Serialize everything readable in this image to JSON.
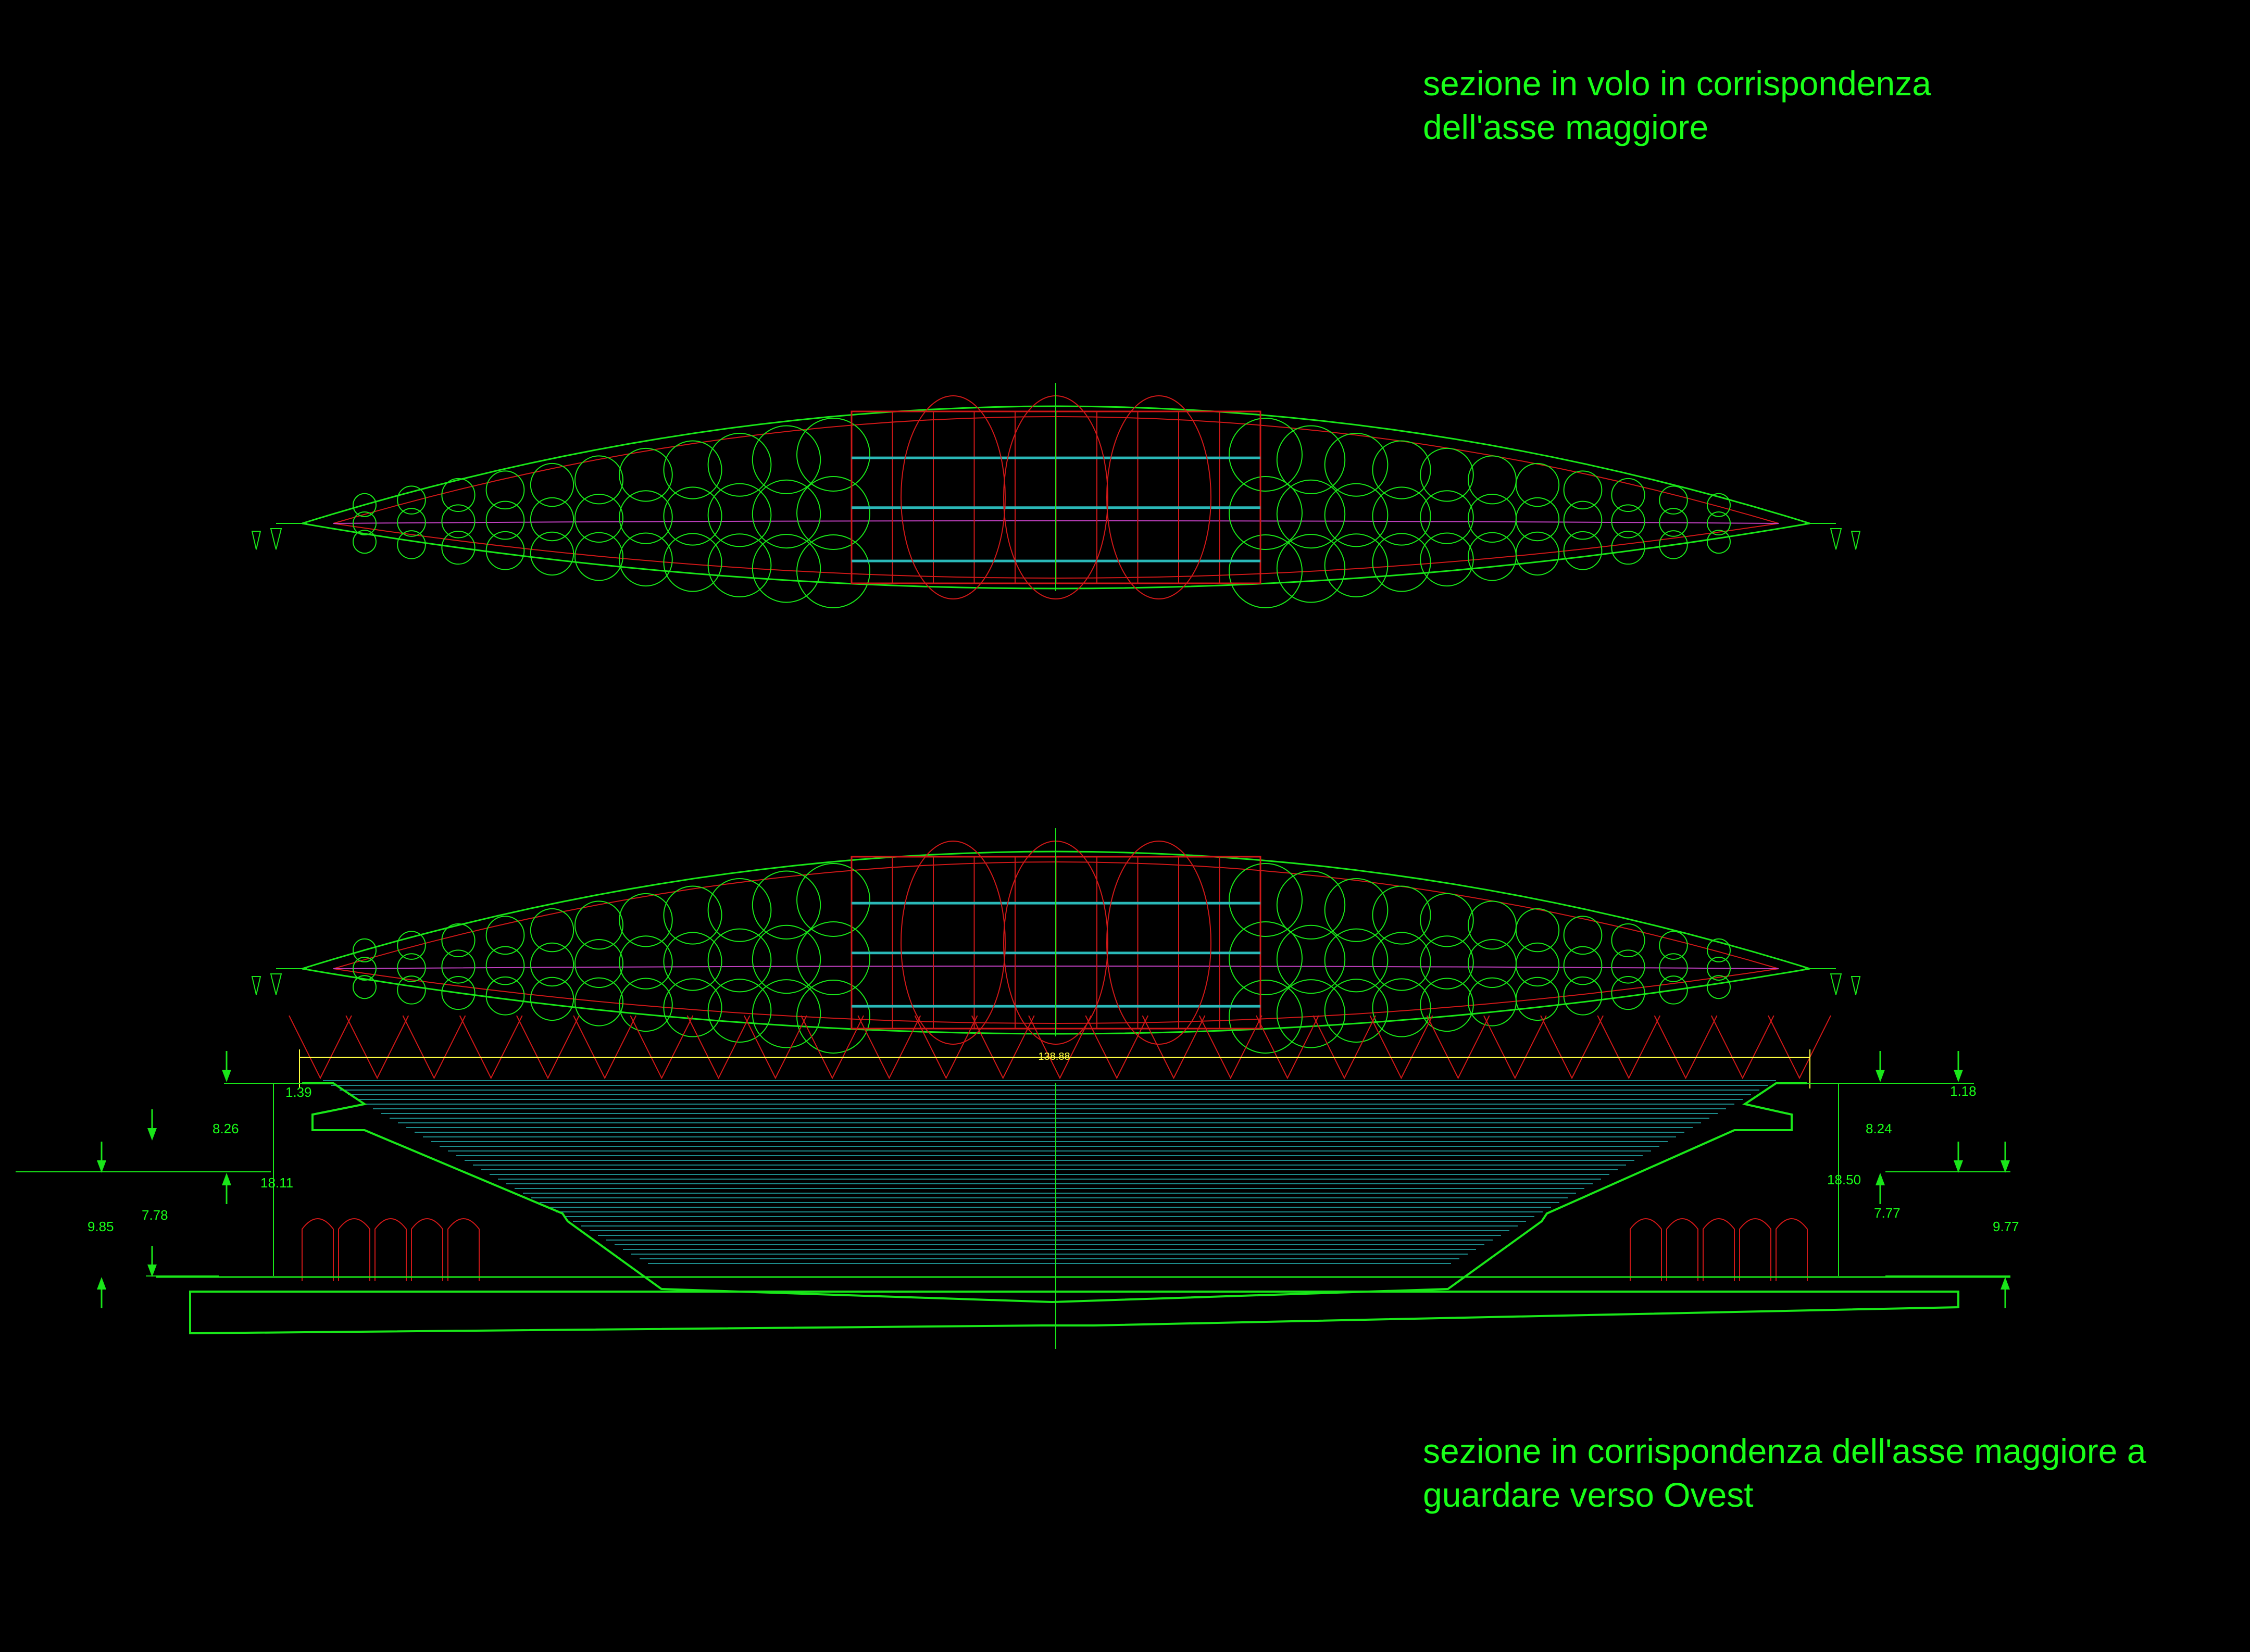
{
  "titles": {
    "top": {
      "line1": "sezione in volo in corrispondenza",
      "line2": "dell'asse maggiore"
    },
    "bottom": {
      "line1": "sezione in corrispondenza dell'asse maggiore a",
      "line2": "guardare verso Ovest"
    }
  },
  "dimensions": {
    "span": "138.88",
    "left": {
      "top_step": "1.39",
      "upper_height": "8.26",
      "total_height": "18.11",
      "lower_height": "7.78",
      "ground_height": "9.85"
    },
    "right": {
      "top_step": "1.18",
      "upper_height": "8.24",
      "total_height": "18.50",
      "lower_height": "7.77",
      "ground_height": "9.77"
    }
  },
  "colors": {
    "background": "#000000",
    "text": "#19ff19",
    "structure_green": "#19e619",
    "frame_red": "#d01818",
    "cable_cyan": "#2ab8b8",
    "tiers_teal": "#1d8c8c",
    "span_dimension": "#ffff40",
    "accent_magenta": "#c040c0"
  },
  "icons": {
    "dimension_arrow": "arrow-icon"
  }
}
